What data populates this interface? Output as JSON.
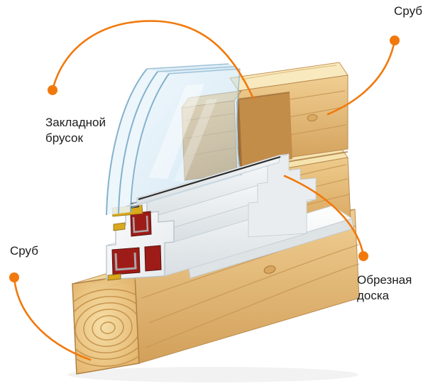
{
  "labels": {
    "srub_top": {
      "text": "Сруб"
    },
    "zakladnoy_brusok": {
      "line1": "Закладной",
      "line2": "брусок"
    },
    "srub_bottom": {
      "text": "Сруб"
    },
    "obreznaya_doska": {
      "line1": "Обрезная",
      "line2": "доска"
    }
  },
  "colors": {
    "accent_orange": "#F1790C",
    "wood_light": "#F6E3AE",
    "wood_mid": "#EFC98C",
    "wood_dark": "#C9964F",
    "glass_blue": "#BDDCEE",
    "pvc_white": "#FFFFFF",
    "chamber_red": "#9E1C17",
    "seal_yellow": "#D9A91F",
    "text": "#1C1C1C",
    "background": "#FFFFFF"
  },
  "parts": [
    {
      "name": "log-beam-top",
      "label": "Сруб"
    },
    {
      "name": "embedded-block",
      "label": "Закладной брусок"
    },
    {
      "name": "log-beam-bottom",
      "label": "Сруб"
    },
    {
      "name": "edged-board",
      "label": "Обрезная доска"
    },
    {
      "name": "pvc-window-profile"
    },
    {
      "name": "triple-glazing-unit"
    }
  ]
}
